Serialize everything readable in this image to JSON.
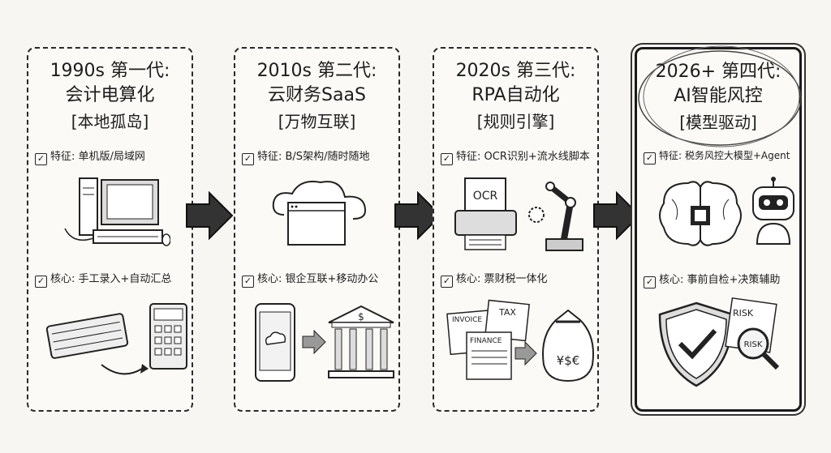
{
  "panels": [
    {
      "era": "1990s 第一代:",
      "name": "会计电算化",
      "tag": "[本地孤岛]",
      "feature": "特征: 单机版/局域网",
      "core": "核心: 手工录入+自动汇总",
      "icons": [
        "desktop-computer-icon",
        "keyboard-icon",
        "calculator-icon"
      ]
    },
    {
      "era": "2010s 第二代:",
      "name": "云财务SaaS",
      "tag": "[万物互联]",
      "feature": "特征: B/S架构/随时随地",
      "core": "核心: 银企互联+移动办公",
      "icons": [
        "cloud-browser-icon",
        "smartphone-cloud-icon",
        "bank-icon"
      ]
    },
    {
      "era": "2020s 第三代:",
      "name": "RPA自动化",
      "tag": "[规则引擎]",
      "feature": "特征: OCR识别+流水线脚本",
      "core": "核心: 票财税一体化",
      "icons": [
        "ocr-scanner-icon",
        "robot-arm-icon",
        "documents-icon",
        "money-bag-icon"
      ],
      "labels": {
        "ocr": "OCR",
        "invoice": "INVOICE",
        "tax": "TAX",
        "finance": "FINANCE",
        "currency": "¥$€"
      }
    },
    {
      "era": "2026+ 第四代:",
      "name": "AI智能风控",
      "tag": "[模型驱动]",
      "feature": "特征: 税务风控大模型+Agent",
      "core": "核心: 事前自检+决策辅助",
      "icons": [
        "ai-brain-icon",
        "robot-head-icon",
        "shield-check-icon",
        "risk-report-icon"
      ],
      "labels": {
        "risk1": "RISK",
        "risk2": "RISK"
      }
    }
  ],
  "check": "☑"
}
